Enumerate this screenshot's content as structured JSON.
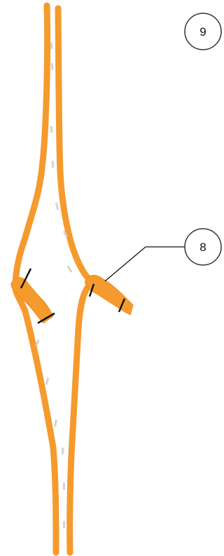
{
  "colors": {
    "strip": "#f59a2d",
    "strip_edge": "#ee8f22",
    "tick": "#111111",
    "leader": "#111111",
    "callout_border": "#333333",
    "faint_text": "#c9c9c9"
  },
  "callouts": [
    {
      "id": "9",
      "label": "9"
    },
    {
      "id": "8",
      "label": "8"
    }
  ]
}
